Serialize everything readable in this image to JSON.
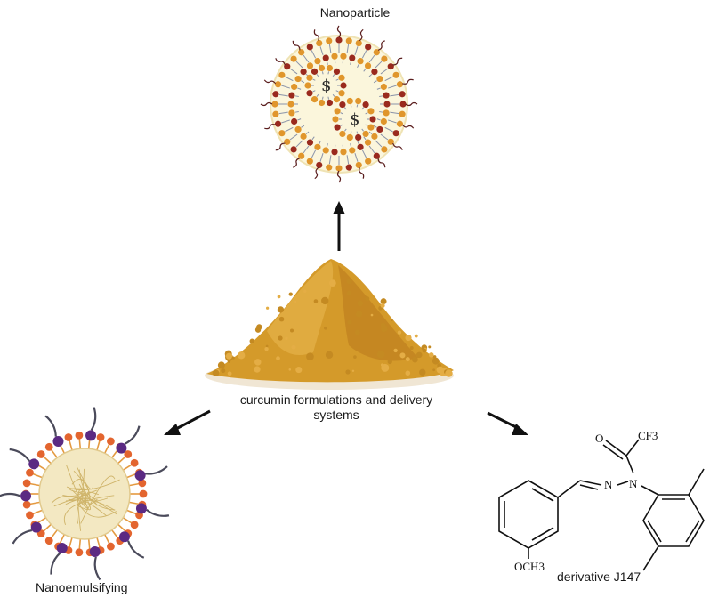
{
  "diagram": {
    "center": {
      "label": "curcumin formulations and delivery systems"
    },
    "top": {
      "label": "Nanoparticle"
    },
    "left": {
      "label": "Nanoemulsifying"
    },
    "right": {
      "label": "derivative J147",
      "molecule_labels": {
        "cf3": "CF3",
        "o": "O",
        "n1": "N",
        "n2": "N",
        "och3": "OCH3"
      }
    },
    "colors": {
      "curcumin": "#d49a2a",
      "lipid_head_red": "#9a2a1e",
      "lipid_head_orange": "#e0962c",
      "emulsion_head": "#e3652f",
      "emulsion_core": "#f3e8c2",
      "purple_dot": "#5b2a83"
    }
  }
}
